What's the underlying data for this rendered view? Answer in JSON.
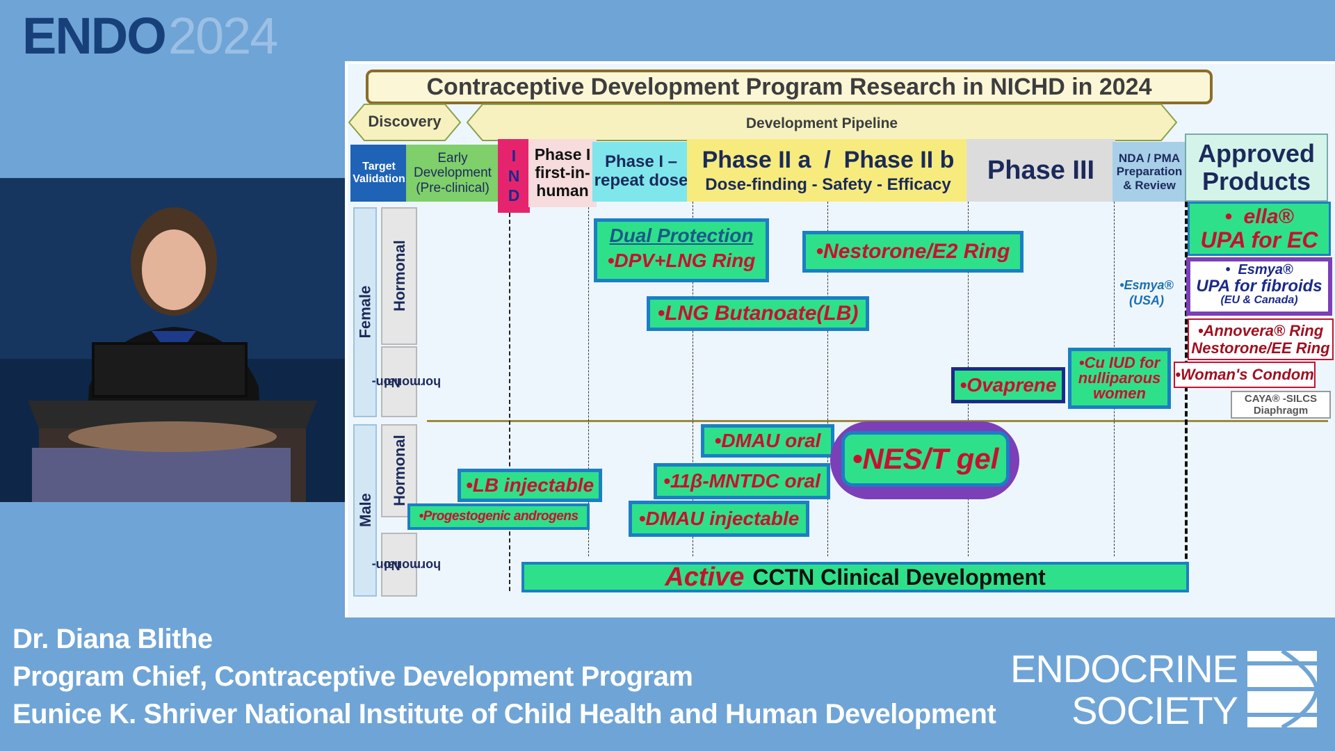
{
  "event_logo": {
    "text": "ENDO",
    "year": "2024"
  },
  "slide": {
    "title": "Contraceptive Development Program Research in NICHD in 2024",
    "discovery_label": "Discovery",
    "pipeline_label": "Development Pipeline",
    "columns": {
      "target_validation": [
        "Target",
        "Validation"
      ],
      "early_development": [
        "Early",
        "Development",
        "(Pre-clinical)"
      ],
      "ind": [
        "I",
        "N",
        "D"
      ],
      "phase1_fih": [
        "Phase I",
        "first-in-",
        "human"
      ],
      "phase1_repeat": [
        "Phase I –",
        "repeat dose"
      ],
      "phase2": {
        "title": "Phase II a  /  Phase II b",
        "subtitle": "Dose-finding - Safety - Efficacy"
      },
      "phase3": "Phase III",
      "nda": [
        "NDA / PMA",
        "Preparation",
        "& Review"
      ],
      "approved": [
        "Approved",
        "Products"
      ]
    },
    "row_labels": {
      "female": "Female",
      "male": "Male",
      "hormonal": "Hormonal",
      "non_hormonal": [
        "Non-",
        "hormonal"
      ]
    },
    "pipeline_items": {
      "dual_protection_title": "Dual Protection",
      "dpv_lng_ring": "•DPV+LNG Ring",
      "nestorone_e2_ring": "•Nestorone/E2 Ring",
      "lng_butanoate": "•LNG Butanoate(LB)",
      "esmya_usa": [
        "•Esmya®",
        "(USA)"
      ],
      "ovaprene": "•Ovaprene",
      "cu_iud": [
        "•Cu IUD for",
        "nulliparous",
        "women"
      ],
      "dmau_oral": "•DMAU oral",
      "nes_t_gel": "•NES/T gel",
      "lb_injectable": "•LB injectable",
      "mntdc_oral": "•11β-MNTDC oral",
      "progestogenic_androgens": "•Progestogenic androgens",
      "dmau_injectable": "•DMAU injectable",
      "cctn_active": "Active",
      "cctn_rest": "CCTN Clinical Development"
    },
    "approved_products": {
      "ella_name": "•  ella®",
      "ella_desc": "UPA for EC",
      "esmya_name": "•  Esmya®",
      "esmya_desc": "UPA for fibroids",
      "esmya_region": "(EU & Canada)",
      "annovera": [
        "•Annovera® Ring",
        "Nestorone/EE Ring"
      ],
      "womans_condom": "•Woman's Condom",
      "caya": [
        "CAYA® -SILCS",
        "Diaphragm"
      ]
    }
  },
  "caption": {
    "name": "Dr. Diana Blithe",
    "title": "Program Chief, Contraceptive Development Program",
    "institution": "Eunice K. Shriver National Institute of Child Health and Human Development"
  },
  "society_logo": {
    "line1": "ENDOCRINE",
    "line2": "SOCIETY"
  },
  "colors": {
    "background": "#6fa4d6",
    "slide_bg": "#eef6fd",
    "item_green": "#2fe08a",
    "item_border_blue": "#1a7fc4",
    "item_text_red": "#c8102e",
    "nes_t_purple": "#7b3fb8",
    "navy_text": "#1b2a5a"
  }
}
